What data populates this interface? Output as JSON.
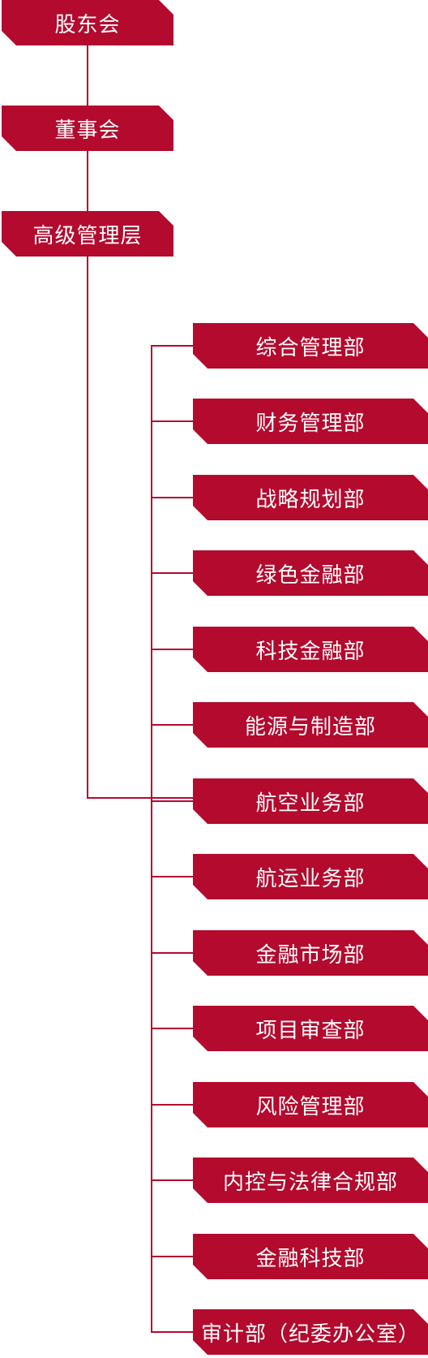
{
  "org_chart": {
    "top_levels": [
      {
        "label": "股东会"
      },
      {
        "label": "董事会"
      },
      {
        "label": "高级管理层"
      }
    ],
    "departments": [
      {
        "label": "综合管理部"
      },
      {
        "label": "财务管理部"
      },
      {
        "label": "战略规划部"
      },
      {
        "label": "绿色金融部"
      },
      {
        "label": "科技金融部"
      },
      {
        "label": "能源与制造部"
      },
      {
        "label": "航空业务部"
      },
      {
        "label": "航运业务部"
      },
      {
        "label": "金融市场部"
      },
      {
        "label": "项目审查部"
      },
      {
        "label": "风险管理部"
      },
      {
        "label": "内控与法律合规部"
      },
      {
        "label": "金融科技部"
      },
      {
        "label": "审计部（纪委办公室）"
      }
    ]
  },
  "colors": {
    "node_fill": "#b30a2e",
    "node_text": "#ffffff",
    "connector": "#b30a2e"
  }
}
